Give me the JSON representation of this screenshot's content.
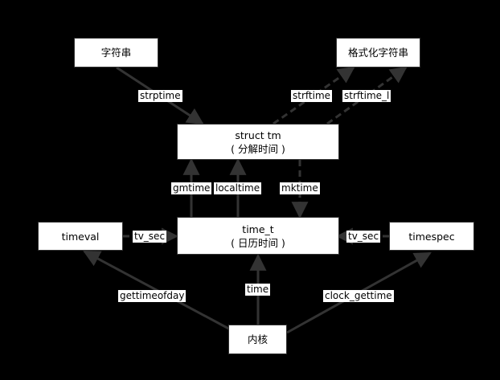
{
  "nodes": {
    "string": {
      "label": "字符串"
    },
    "formatted_string": {
      "label": "格式化字符串"
    },
    "struct_tm": {
      "label": "struct tm",
      "sublabel": "( 分解时间 )"
    },
    "time_t": {
      "label": "time_t",
      "sublabel": "( 日历时间 )"
    },
    "timeval": {
      "label": "timeval"
    },
    "timespec": {
      "label": "timespec"
    },
    "kernel": {
      "label": "内核"
    }
  },
  "edges": {
    "strptime": "strptime",
    "strftime": "strftime",
    "strftime_l": "strftime_l",
    "gmtime": "gmtime",
    "localtime": "localtime",
    "mktime": "mktime",
    "tv_sec_left": "tv_sec",
    "tv_sec_right": "tv_sec",
    "gettimeofday": "gettimeofday",
    "time": "time",
    "clock_gettime": "clock_gettime"
  },
  "colors": {
    "background": "#000000",
    "node_fill": "#ffffff",
    "edge": "#333333"
  }
}
